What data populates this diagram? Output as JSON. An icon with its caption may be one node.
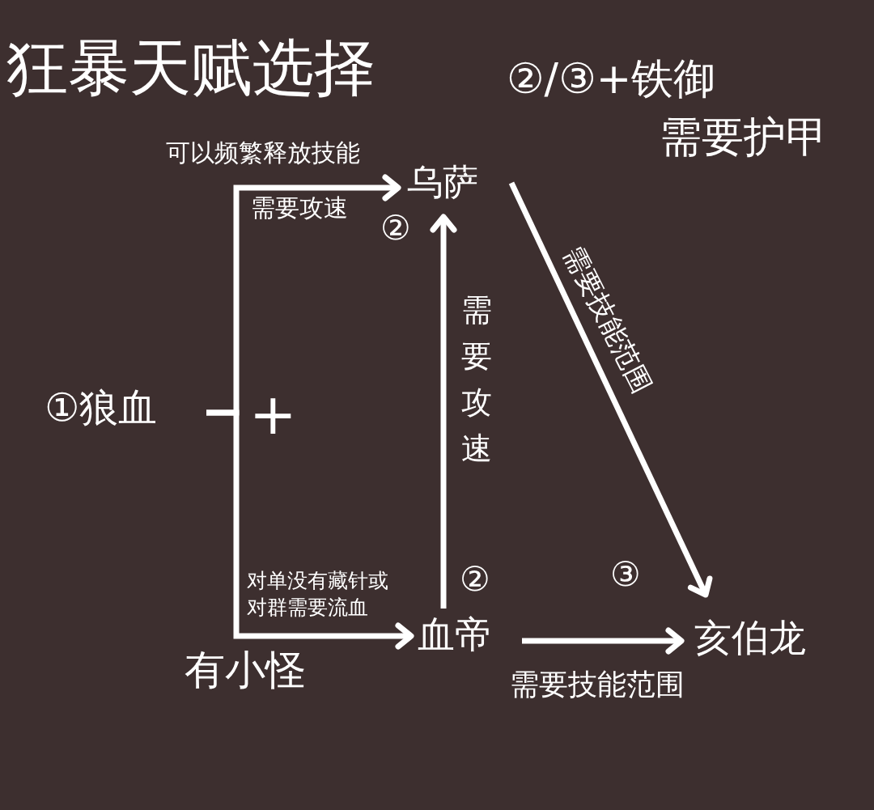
{
  "diagram": {
    "title": "狂暴天赋选择",
    "nodes": [
      {
        "text": [
          "①狼血"
        ]
      },
      {
        "text": [
          "乌萨"
        ],
        "beside": [
          "②"
        ]
      },
      {
        "text": [
          "血帝"
        ],
        "beside": [
          "②"
        ]
      },
      {
        "text": [
          "亥伯龙"
        ],
        "beside": [
          "③"
        ]
      }
    ],
    "edges": [
      {
        "from": 0,
        "to": 1,
        "arrow": "to",
        "label": "可以频繁释放技能"
      },
      {
        "from": 0,
        "to": 2,
        "arrow": "to",
        "label": "对单没有藏针或对群需要流血"
      },
      {
        "from": 2,
        "to": 1,
        "arrow": "to",
        "label": "需要攻速"
      },
      {
        "from": 1,
        "to": 3,
        "arrow": "to",
        "label": "需要技能范围"
      },
      {
        "from": 2,
        "to": 3,
        "arrow": "to",
        "label": "需要技能范围"
      }
    ],
    "labels": [
      "②/③+铁御",
      "需要护甲",
      "需要攻速",
      "+",
      "有小怪"
    ]
  }
}
